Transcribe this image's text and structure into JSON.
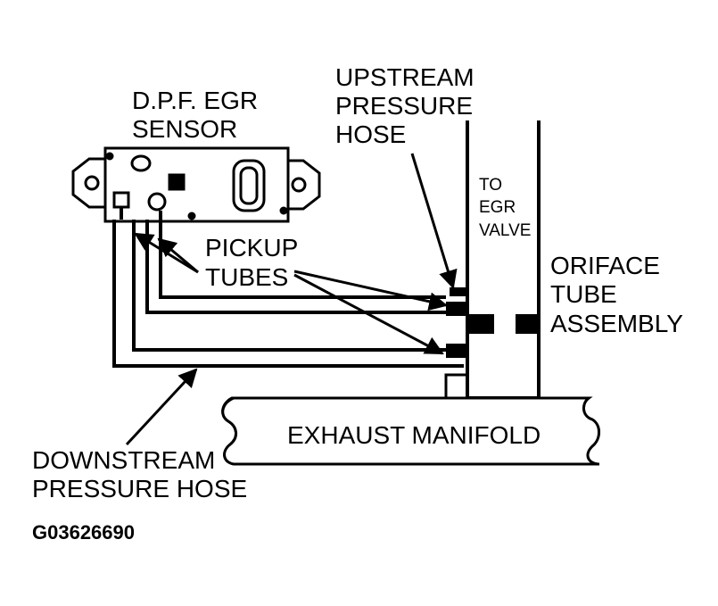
{
  "labels": {
    "sensor": [
      "D.P.F. EGR",
      "SENSOR"
    ],
    "upstream": [
      "UPSTREAM",
      "PRESSURE",
      "HOSE"
    ],
    "to_egr": [
      "TO",
      "EGR",
      "VALVE"
    ],
    "pickup": [
      "PICKUP",
      "TUBES"
    ],
    "oriface": [
      "ORIFACE",
      "TUBE",
      "ASSEMBLY"
    ],
    "manifold": "EXHAUST MANIFOLD",
    "downstream": [
      "DOWNSTREAM",
      "PRESSURE HOSE"
    ],
    "figure_code": "G03626690"
  },
  "colors": {
    "ink": "#000000",
    "paper": "#ffffff"
  }
}
